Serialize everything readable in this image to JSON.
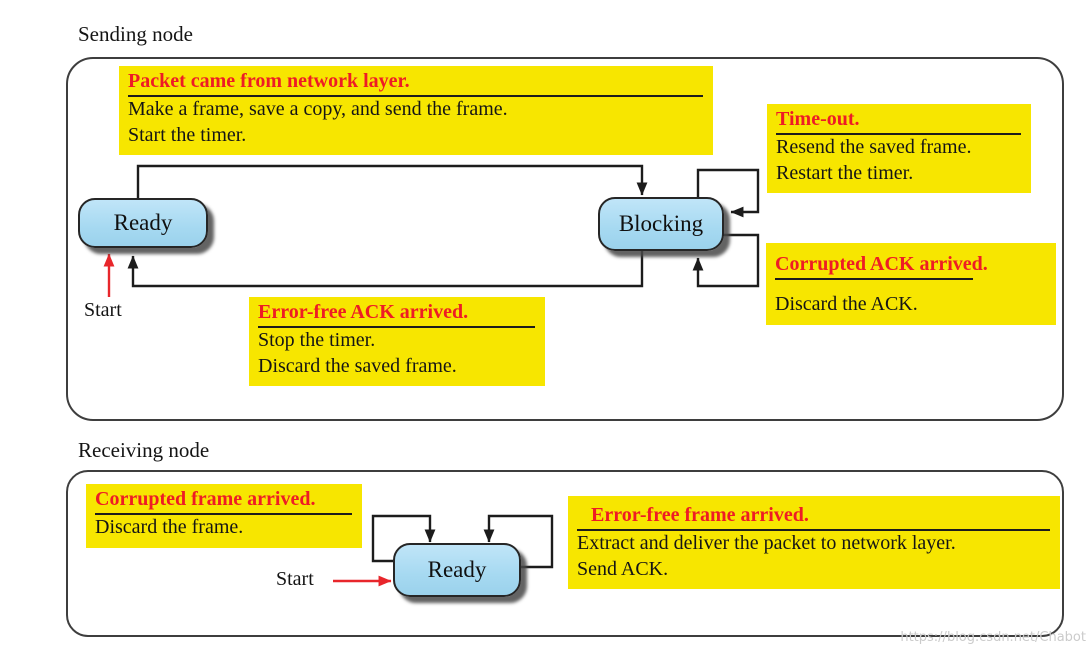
{
  "watermark": "https://blog.csdn.net/Chabot",
  "colors": {
    "highlight_yellow": "#f7e600",
    "title_red": "#ee1c25",
    "state_blue": "#a6d9f1",
    "line_black": "#1c1c1c",
    "start_arrow_red": "#e8262b",
    "frame_border": "#3e3e3e"
  },
  "sending": {
    "section_label": "Sending node",
    "start_label": "Start",
    "states": {
      "ready": "Ready",
      "blocking": "Blocking"
    },
    "callouts": {
      "packet_from_network": {
        "title": "Packet came from network layer.",
        "lines": [
          "Make a frame, save a copy, and send the frame.",
          "Start the timer."
        ]
      },
      "timeout": {
        "title": "Time-out.",
        "lines": [
          "Resend the saved frame.",
          "Restart the timer."
        ]
      },
      "error_free_ack": {
        "title": "Error-free ACK arrived.",
        "lines": [
          "Stop the timer.",
          "Discard the saved frame."
        ]
      },
      "corrupted_ack": {
        "title": "Corrupted ACK arrived.",
        "lines": [
          "Discard the ACK."
        ]
      }
    }
  },
  "receiving": {
    "section_label": "Receiving node",
    "start_label": "Start",
    "states": {
      "ready": "Ready"
    },
    "callouts": {
      "corrupted_frame": {
        "title": "Corrupted frame arrived.",
        "lines": [
          "Discard the frame."
        ]
      },
      "error_free_frame": {
        "title": "Error-free frame arrived.",
        "lines": [
          "Extract and deliver the packet to network layer.",
          "Send ACK."
        ]
      }
    }
  }
}
